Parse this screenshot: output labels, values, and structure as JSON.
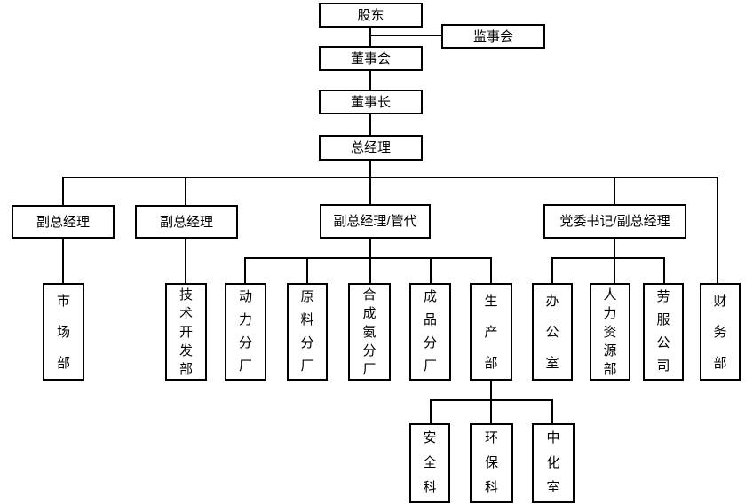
{
  "chart": {
    "type": "org-chart",
    "nodes": {
      "shareholders": {
        "label": "股东"
      },
      "supervisory_board": {
        "label": "监事会"
      },
      "board_of_directors": {
        "label": "董事会"
      },
      "chairman": {
        "label": "董事长"
      },
      "general_manager": {
        "label": "总经理"
      },
      "deputy_gm_1": {
        "label": "副总经理"
      },
      "deputy_gm_2": {
        "label": "副总经理"
      },
      "deputy_gm_mgmt_rep": {
        "label": "副总经理/管代"
      },
      "party_secretary_dgm": {
        "label": "党委书记/副总经理"
      },
      "marketing_dept": {
        "label": "市场部"
      },
      "tech_dev_dept": {
        "label": "技术开发部"
      },
      "power_branch": {
        "label": "动力分厂"
      },
      "raw_material_branch": {
        "label": "原料分厂"
      },
      "ammonia_branch": {
        "label": "合成氨分厂"
      },
      "finished_product_branch": {
        "label": "成品分厂"
      },
      "production_dept": {
        "label": "生产部"
      },
      "office": {
        "label": "办公室"
      },
      "hr_dept": {
        "label": "人力资源部"
      },
      "labor_service_company": {
        "label": "劳服公司"
      },
      "finance_dept": {
        "label": "财务部"
      },
      "safety_section": {
        "label": "安全科"
      },
      "environment_section": {
        "label": "环保科"
      },
      "central_lab": {
        "label": "中化室"
      }
    },
    "edges": [
      [
        "shareholders",
        "supervisory_board"
      ],
      [
        "shareholders",
        "board_of_directors"
      ],
      [
        "board_of_directors",
        "chairman"
      ],
      [
        "chairman",
        "general_manager"
      ],
      [
        "general_manager",
        "deputy_gm_1"
      ],
      [
        "general_manager",
        "deputy_gm_2"
      ],
      [
        "general_manager",
        "deputy_gm_mgmt_rep"
      ],
      [
        "general_manager",
        "party_secretary_dgm"
      ],
      [
        "general_manager",
        "finance_dept"
      ],
      [
        "deputy_gm_1",
        "marketing_dept"
      ],
      [
        "deputy_gm_2",
        "tech_dev_dept"
      ],
      [
        "deputy_gm_mgmt_rep",
        "power_branch"
      ],
      [
        "deputy_gm_mgmt_rep",
        "raw_material_branch"
      ],
      [
        "deputy_gm_mgmt_rep",
        "ammonia_branch"
      ],
      [
        "deputy_gm_mgmt_rep",
        "finished_product_branch"
      ],
      [
        "deputy_gm_mgmt_rep",
        "production_dept"
      ],
      [
        "party_secretary_dgm",
        "office"
      ],
      [
        "party_secretary_dgm",
        "hr_dept"
      ],
      [
        "party_secretary_dgm",
        "labor_service_company"
      ],
      [
        "production_dept",
        "safety_section"
      ],
      [
        "production_dept",
        "environment_section"
      ],
      [
        "production_dept",
        "central_lab"
      ]
    ],
    "colors": {
      "line": "#000000",
      "box_border": "#000000",
      "box_fill": "#ffffff",
      "text": "#000000",
      "background": "#ffffff"
    }
  }
}
